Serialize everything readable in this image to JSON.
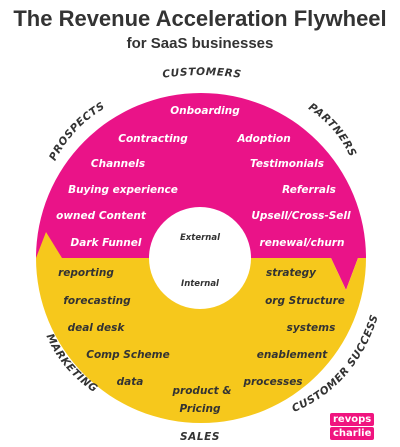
{
  "title": "The Revenue Acceleration Flywheel",
  "subtitle": "for SaaS businesses",
  "colors": {
    "external": "#ea1388",
    "internal": "#f6c81c",
    "hub": "#ffffff",
    "text_dark": "#333333"
  },
  "outer_labels": {
    "customers": "CUSTOMERS",
    "prospects": "PROSPECTS",
    "partners": "PARTNERS",
    "marketing": "MARKETING",
    "customer_success": "CUSTOMER SUCCESS",
    "sales": "SALES"
  },
  "hub": {
    "external": "External",
    "internal": "Internal"
  },
  "external_items": {
    "onboarding": "Onboarding",
    "contracting": "Contracting",
    "adoption": "Adoption",
    "channels": "Channels",
    "testimonials": "Testimonials",
    "buying_experience": "Buying experience",
    "referrals": "Referrals",
    "owned_content": "owned Content",
    "upsell": "Upsell/Cross-Sell",
    "dark_funnel": "Dark Funnel",
    "renewal": "renewal/churn"
  },
  "internal_items": {
    "reporting": "reporting",
    "strategy": "strategy",
    "forecasting": "forecasting",
    "org_structure": "org Structure",
    "deal_desk": "deal desk",
    "systems": "systems",
    "comp_scheme": "Comp Scheme",
    "enablement": "enablement",
    "data": "data",
    "processes": "processes",
    "product_pricing_1": "product &",
    "product_pricing_2": "Pricing"
  },
  "logo": {
    "line1": "revops",
    "line2": "charlie"
  }
}
